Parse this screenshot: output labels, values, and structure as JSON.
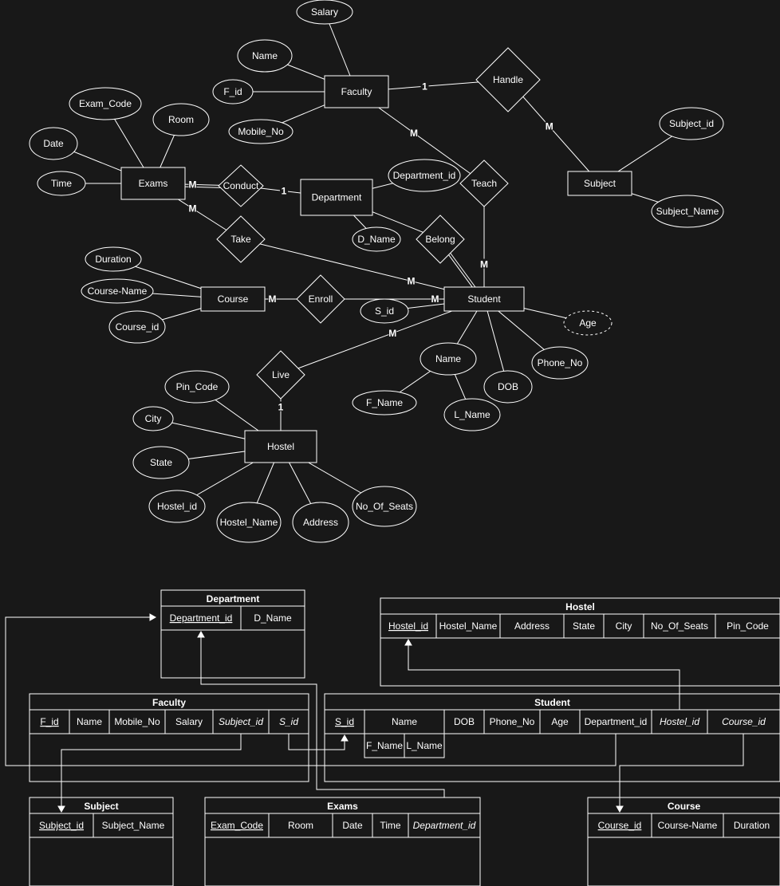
{
  "er": {
    "entities": [
      {
        "id": "faculty",
        "label": "Faculty"
      },
      {
        "id": "exams",
        "label": "Exams"
      },
      {
        "id": "department",
        "label": "Department"
      },
      {
        "id": "subject",
        "label": "Subject"
      },
      {
        "id": "course",
        "label": "Course"
      },
      {
        "id": "student",
        "label": "Student"
      },
      {
        "id": "hostel",
        "label": "Hostel"
      }
    ],
    "relationships": [
      {
        "id": "handle",
        "label": "Handle"
      },
      {
        "id": "conduct",
        "label": "Conduct"
      },
      {
        "id": "teach",
        "label": "Teach"
      },
      {
        "id": "take",
        "label": "Take"
      },
      {
        "id": "belong",
        "label": "Belong"
      },
      {
        "id": "enroll",
        "label": "Enroll"
      },
      {
        "id": "live",
        "label": "Live"
      }
    ],
    "attributes": [
      {
        "id": "salary",
        "label": "Salary"
      },
      {
        "id": "fac_name",
        "label": "Name"
      },
      {
        "id": "f_id",
        "label": "F_id"
      },
      {
        "id": "mobile_no",
        "label": "Mobile_No"
      },
      {
        "id": "exam_code",
        "label": "Exam_Code"
      },
      {
        "id": "room",
        "label": "Room"
      },
      {
        "id": "date",
        "label": "Date"
      },
      {
        "id": "time",
        "label": "Time"
      },
      {
        "id": "department_id",
        "label": "Department_id"
      },
      {
        "id": "d_name",
        "label": "D_Name"
      },
      {
        "id": "subject_id",
        "label": "Subject_id"
      },
      {
        "id": "subject_name",
        "label": "Subject_Name"
      },
      {
        "id": "duration",
        "label": "Duration"
      },
      {
        "id": "course_name",
        "label": "Course-Name"
      },
      {
        "id": "course_id",
        "label": "Course_id"
      },
      {
        "id": "s_id",
        "label": "S_id"
      },
      {
        "id": "age",
        "label": "Age",
        "derived": true
      },
      {
        "id": "stu_name",
        "label": "Name"
      },
      {
        "id": "phone_no",
        "label": "Phone_No"
      },
      {
        "id": "dob",
        "label": "DOB"
      },
      {
        "id": "f_name",
        "label": "F_Name"
      },
      {
        "id": "l_name",
        "label": "L_Name"
      },
      {
        "id": "pin_code",
        "label": "Pin_Code"
      },
      {
        "id": "city",
        "label": "City"
      },
      {
        "id": "state",
        "label": "State"
      },
      {
        "id": "hostel_id",
        "label": "Hostel_id"
      },
      {
        "id": "hostel_name",
        "label": "Hostel_Name"
      },
      {
        "id": "address",
        "label": "Address"
      },
      {
        "id": "no_of_seats",
        "label": "No_Of_Seats"
      }
    ],
    "edges": [
      {
        "from": "salary",
        "to": "faculty"
      },
      {
        "from": "fac_name",
        "to": "faculty"
      },
      {
        "from": "f_id",
        "to": "faculty"
      },
      {
        "from": "mobile_no",
        "to": "faculty"
      },
      {
        "from": "faculty",
        "to": "handle",
        "label": "1"
      },
      {
        "from": "handle",
        "to": "subject",
        "label": "M"
      },
      {
        "from": "subject_id",
        "to": "subject"
      },
      {
        "from": "subject_name",
        "to": "subject"
      },
      {
        "from": "faculty",
        "to": "teach",
        "label": "M"
      },
      {
        "from": "teach",
        "to": "student",
        "label": "M"
      },
      {
        "from": "exam_code",
        "to": "exams"
      },
      {
        "from": "room",
        "to": "exams"
      },
      {
        "from": "date",
        "to": "exams"
      },
      {
        "from": "time",
        "to": "exams"
      },
      {
        "from": "exams",
        "to": "conduct",
        "label": "M",
        "double": true
      },
      {
        "from": "conduct",
        "to": "department",
        "label": "1"
      },
      {
        "from": "department_id",
        "to": "department"
      },
      {
        "from": "d_name",
        "to": "department"
      },
      {
        "from": "exams",
        "to": "take",
        "label": "M"
      },
      {
        "from": "take",
        "to": "student",
        "label": "M"
      },
      {
        "from": "department",
        "to": "belong"
      },
      {
        "from": "belong",
        "to": "student",
        "double": true
      },
      {
        "from": "duration",
        "to": "course"
      },
      {
        "from": "course_name",
        "to": "course"
      },
      {
        "from": "course_id",
        "to": "course"
      },
      {
        "from": "course",
        "to": "enroll",
        "label": "M"
      },
      {
        "from": "enroll",
        "to": "student",
        "label": "M"
      },
      {
        "from": "s_id",
        "to": "student"
      },
      {
        "from": "age",
        "to": "student"
      },
      {
        "from": "stu_name",
        "to": "student"
      },
      {
        "from": "phone_no",
        "to": "student"
      },
      {
        "from": "dob",
        "to": "student"
      },
      {
        "from": "f_name",
        "to": "stu_name"
      },
      {
        "from": "l_name",
        "to": "stu_name"
      },
      {
        "from": "student",
        "to": "live",
        "label": "M"
      },
      {
        "from": "live",
        "to": "hostel",
        "label": "1"
      },
      {
        "from": "pin_code",
        "to": "hostel"
      },
      {
        "from": "city",
        "to": "hostel"
      },
      {
        "from": "state",
        "to": "hostel"
      },
      {
        "from": "hostel_id",
        "to": "hostel"
      },
      {
        "from": "hostel_name",
        "to": "hostel"
      },
      {
        "from": "address",
        "to": "hostel"
      },
      {
        "from": "no_of_seats",
        "to": "hostel"
      }
    ]
  },
  "tables": [
    {
      "id": "t_department",
      "title": "Department",
      "columns": [
        {
          "label": "Department_id",
          "style": "pk"
        },
        {
          "label": "D_Name",
          "style": "plain"
        }
      ]
    },
    {
      "id": "t_hostel",
      "title": "Hostel",
      "columns": [
        {
          "label": "Hostel_id",
          "style": "pk"
        },
        {
          "label": "Hostel_Name",
          "style": "plain"
        },
        {
          "label": "Address",
          "style": "plain"
        },
        {
          "label": "State",
          "style": "plain"
        },
        {
          "label": "City",
          "style": "plain"
        },
        {
          "label": "No_Of_Seats",
          "style": "plain"
        },
        {
          "label": "Pin_Code",
          "style": "plain"
        }
      ]
    },
    {
      "id": "t_faculty",
      "title": "Faculty",
      "columns": [
        {
          "label": "F_id",
          "style": "pk"
        },
        {
          "label": "Name",
          "style": "plain"
        },
        {
          "label": "Mobile_No",
          "style": "plain"
        },
        {
          "label": "Salary",
          "style": "plain"
        },
        {
          "label": "Subject_id",
          "style": "fk"
        },
        {
          "label": "S_id",
          "style": "fk"
        }
      ]
    },
    {
      "id": "t_student",
      "title": "Student",
      "columns": [
        {
          "label": "S_id",
          "style": "pk"
        },
        {
          "label": "Name",
          "style": "plain",
          "sub": [
            "F_Name",
            "L_Name"
          ]
        },
        {
          "label": "DOB",
          "style": "plain"
        },
        {
          "label": "Phone_No",
          "style": "plain"
        },
        {
          "label": "Age",
          "style": "plain"
        },
        {
          "label": "Department_id",
          "style": "plain"
        },
        {
          "label": "Hostel_id",
          "style": "fk"
        },
        {
          "label": "Course_id",
          "style": "fk"
        }
      ]
    },
    {
      "id": "t_subject",
      "title": "Subject",
      "columns": [
        {
          "label": "Subject_id",
          "style": "pk"
        },
        {
          "label": "Subject_Name",
          "style": "plain"
        }
      ]
    },
    {
      "id": "t_exams",
      "title": "Exams",
      "columns": [
        {
          "label": "Exam_Code",
          "style": "pk"
        },
        {
          "label": "Room",
          "style": "plain"
        },
        {
          "label": "Date",
          "style": "plain"
        },
        {
          "label": "Time",
          "style": "plain"
        },
        {
          "label": "Department_id",
          "style": "fk"
        }
      ]
    },
    {
      "id": "t_course",
      "title": "Course",
      "columns": [
        {
          "label": "Course_id",
          "style": "pk"
        },
        {
          "label": "Course-Name",
          "style": "plain"
        },
        {
          "label": "Duration",
          "style": "plain"
        }
      ]
    }
  ],
  "references": [
    {
      "from": "Student.Department_id",
      "to": "Department.Department_id"
    },
    {
      "from": "Exams.Department_id",
      "to": "Department.Department_id"
    },
    {
      "from": "Student.Hostel_id",
      "to": "Hostel.Hostel_id"
    },
    {
      "from": "Faculty.Subject_id",
      "to": "Subject.Subject_id"
    },
    {
      "from": "Faculty.S_id",
      "to": "Student.S_id"
    },
    {
      "from": "Student.Course_id",
      "to": "Course.Course_id"
    }
  ],
  "colors": {
    "background": "#181818",
    "stroke": "#ffffff",
    "text": "#ffffff"
  }
}
